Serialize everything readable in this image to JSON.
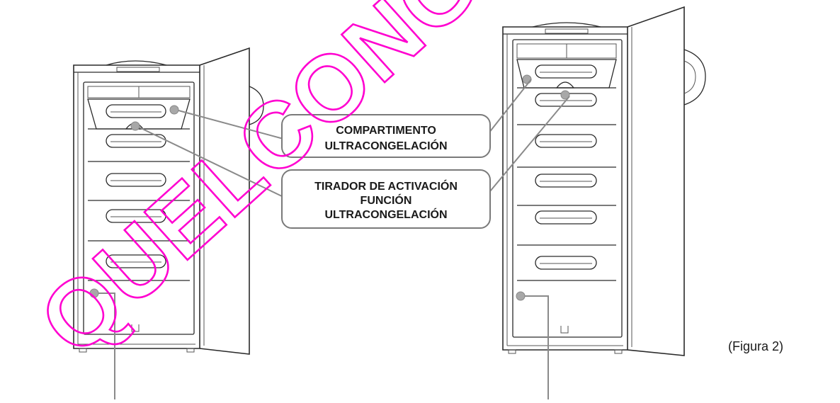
{
  "labels": {
    "compartment_line1": "COMPARTIMENTO",
    "compartment_line2": "ULTRACONGELACIÓN",
    "handle_line1": "TIRADOR DE ACTIVACIÓN",
    "handle_line2": "FUNCIÓN",
    "handle_line3": "ULTRACONGELACIÓN"
  },
  "figure_caption": "(Figura 2)",
  "watermark": {
    "text": "QUELCONGELA",
    "color": "#ff00d0"
  }
}
